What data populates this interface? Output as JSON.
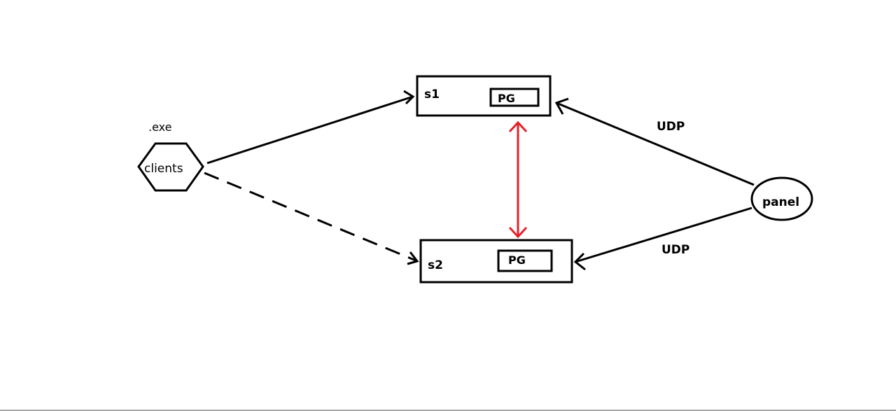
{
  "nodes": {
    "clients": {
      "label": "clients",
      "annotation": ".exe"
    },
    "s1": {
      "label": "s1",
      "inner_label": "PG"
    },
    "s2": {
      "label": "s2",
      "inner_label": "PG"
    },
    "panel": {
      "label": "panel"
    }
  },
  "edges": {
    "panel_to_s1": {
      "label": "UDP"
    },
    "panel_to_s2": {
      "label": "UDP"
    }
  },
  "colors": {
    "stroke": "#000000",
    "replication": "#e8202a",
    "background": "#ffffff"
  }
}
